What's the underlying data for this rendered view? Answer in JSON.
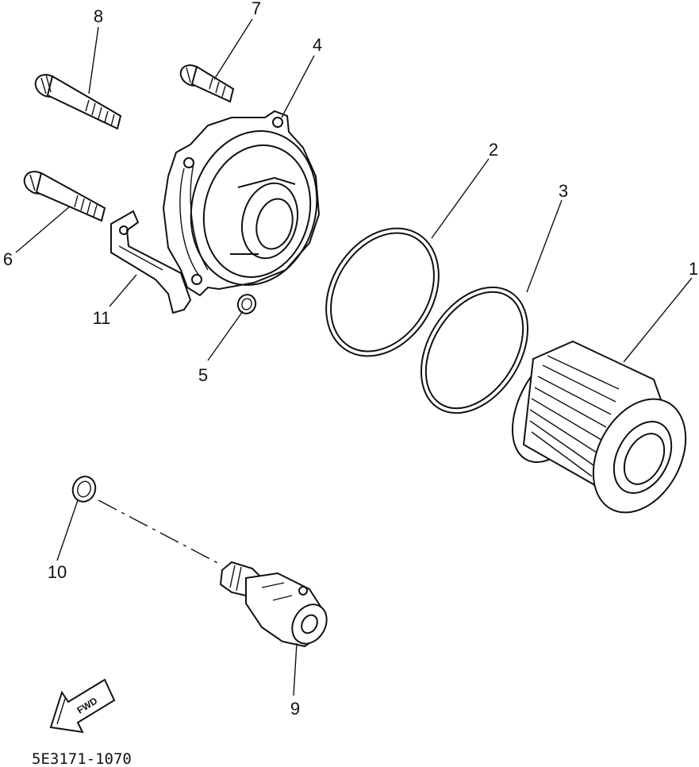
{
  "diagram": {
    "part_code": "5E3171-1070",
    "fwd_label": "FWD",
    "callouts": [
      {
        "id": "1",
        "label": "1"
      },
      {
        "id": "2",
        "label": "2"
      },
      {
        "id": "3",
        "label": "3"
      },
      {
        "id": "4",
        "label": "4"
      },
      {
        "id": "5",
        "label": "5"
      },
      {
        "id": "6",
        "label": "6"
      },
      {
        "id": "7",
        "label": "7"
      },
      {
        "id": "8",
        "label": "8"
      },
      {
        "id": "9",
        "label": "9"
      },
      {
        "id": "10",
        "label": "10"
      },
      {
        "id": "11",
        "label": "11"
      }
    ]
  }
}
